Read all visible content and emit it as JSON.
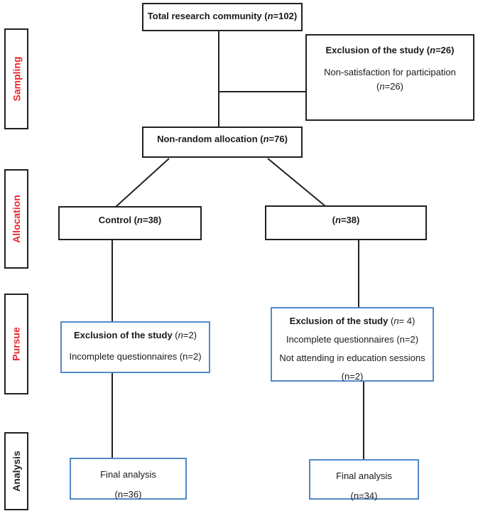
{
  "colors": {
    "stage_red": "#e8262d",
    "accent_blue": "#5388c7",
    "line_black": "#212121"
  },
  "stages": [
    {
      "label": "Sampling"
    },
    {
      "label": "Allocation"
    },
    {
      "label": "Pursue"
    },
    {
      "label": "Analysis"
    }
  ],
  "boxes": {
    "total": {
      "pre": "Total research community (",
      "n": "n",
      "post": "=102)"
    },
    "exclusion_sampling": {
      "title_pre": "Exclusion of the study (",
      "title_n": "n",
      "title_post": "=26)",
      "body": "Non-satisfaction for participation",
      "count_pre": "(",
      "count_n": "n",
      "count_post": "=26)"
    },
    "allocation": {
      "pre": "Non-random allocation (",
      "n": "n",
      "post": "=76)"
    },
    "control": {
      "pre": "Control (",
      "n": "n",
      "post": "=38)"
    },
    "intervention": {
      "pre": "(",
      "n": "n",
      "post": "=38)"
    },
    "exclusion_control": {
      "title_bold": "Exclusion of the study ",
      "title_pre": "(",
      "title_n": "n",
      "title_post": "=2)",
      "body": "Incomplete questionnaires (n=2)"
    },
    "exclusion_intervention": {
      "title_bold": "Exclusion of the study ",
      "title_pre": "(",
      "title_n": "n",
      "title_post": "= 4)",
      "line2": "Incomplete questionnaires (n=2)",
      "line3": "Not attending in education sessions",
      "line4": "(n=2)"
    },
    "final_control": {
      "line1": "Final analysis",
      "line2": "(n=36)"
    },
    "final_intervention": {
      "line1": "Final analysis",
      "line2": "(n=34)"
    }
  }
}
